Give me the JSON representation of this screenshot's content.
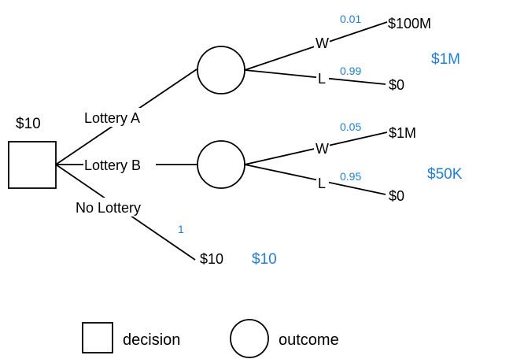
{
  "root_value": "$10",
  "options": [
    {
      "label": "Lottery A",
      "expected_value": "$1M",
      "branches": [
        {
          "name": "W",
          "prob": "0.01",
          "payoff": "$100M"
        },
        {
          "name": "L",
          "prob": "0.99",
          "payoff": "$0"
        }
      ]
    },
    {
      "label": "Lottery B",
      "expected_value": "$50K",
      "branches": [
        {
          "name": "W",
          "prob": "0.05",
          "payoff": "$1M"
        },
        {
          "name": "L",
          "prob": "0.95",
          "payoff": "$0"
        }
      ]
    },
    {
      "label": "No Lottery",
      "expected_value": "$10",
      "branches": [
        {
          "name": "",
          "prob": "1",
          "payoff": "$10"
        }
      ]
    }
  ],
  "legend": {
    "decision": "decision",
    "outcome": "outcome"
  },
  "colors": {
    "line": "#000000",
    "annotation": "#1a7fe6"
  }
}
